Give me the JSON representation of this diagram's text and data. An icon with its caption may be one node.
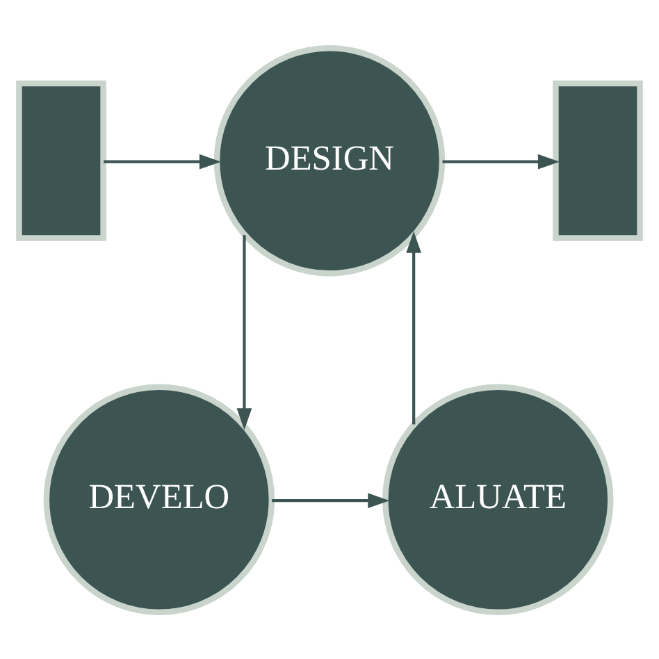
{
  "diagram": {
    "nodes": [
      {
        "text": [],
        "shape": "box"
      },
      {
        "text": [
          "DESIGN"
        ]
      },
      {
        "text": [],
        "shape": "box"
      },
      {
        "text": [
          "ALUATE"
        ]
      },
      {
        "text": [
          "DEVELO"
        ]
      }
    ],
    "edges": [
      {
        "from": 0,
        "to": 1,
        "arrow": "to"
      },
      {
        "from": 1,
        "to": 2,
        "arrow": "to"
      },
      {
        "from": 3,
        "to": 1,
        "arrow": "to"
      },
      {
        "from": 1,
        "to": 4,
        "arrow": "to"
      },
      {
        "from": 4,
        "to": 3,
        "arrow": "to"
      }
    ]
  }
}
